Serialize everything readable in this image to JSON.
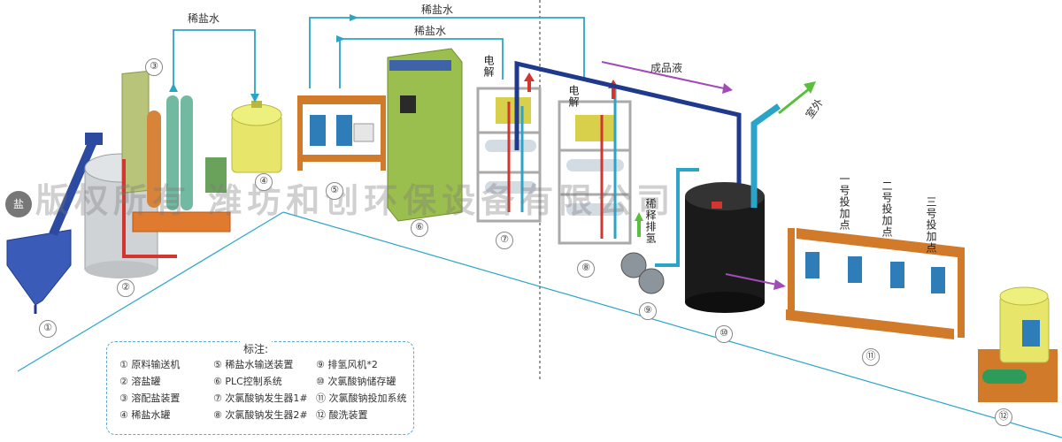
{
  "flow_labels": {
    "brine_top": "稀盐水",
    "brine_mid_top": "稀盐水",
    "brine_mid_bottom": "稀盐水",
    "product": "成品液",
    "outdoor": "室外"
  },
  "vertical_labels": {
    "electrolysis_1": "电解",
    "electrolysis_2": "电解",
    "dilute_exhaust": "稀释排氢",
    "dose_1": "一号投加点",
    "dose_2": "二号投加点",
    "dose_3": "三号投加点"
  },
  "salt_badge": "盐",
  "watermark": "版权所有 潍坊和创环保设备有限公司",
  "equipment_numbers": [
    "①",
    "②",
    "③",
    "④",
    "⑤",
    "⑥",
    "⑦",
    "⑧",
    "⑨",
    "⑩",
    "⑪",
    "⑫"
  ],
  "legend": {
    "title": "标注:",
    "items": [
      "① 原料输送机",
      "② 溶盐罐",
      "③ 溶配盐装置",
      "④ 稀盐水罐",
      "⑤ 稀盐水输送装置",
      "⑥ PLC控制系统",
      "⑦ 次氯酸钠发生器1#",
      "⑧ 次氯酸钠发生器2#",
      "⑨ 排氢风机*2",
      "⑩ 次氯酸钠储存罐",
      "⑪ 次氯酸钠投加系统",
      "⑫ 酸洗装置"
    ]
  },
  "colors": {
    "pipe_cyan": "#2aa5c8",
    "pipe_navy": "#1f3a8c",
    "pipe_red": "#d2362f",
    "frame_orange": "#d07a2a",
    "tank_yellow": "#e7e66a",
    "cabinet_green": "#a9c25d",
    "arrow_purple": "#a14ab8",
    "arrow_green": "#5bbf3e",
    "legend_border": "#5aa9d6"
  }
}
